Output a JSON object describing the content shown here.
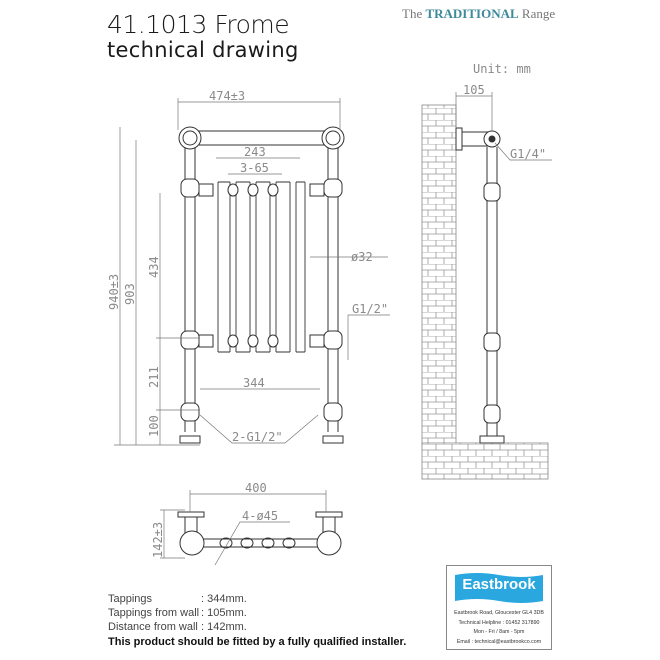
{
  "header": {
    "product_title": "41.1013 Frome",
    "subtitle": "technical drawing",
    "range_prefix": "The",
    "range_brand": "TRADITIONAL",
    "range_suffix": "Range"
  },
  "drawing": {
    "unit_label": "Unit: mm",
    "front_view": {
      "overall_width": "474±3",
      "radiator_width": "243",
      "section_pitch": "3-65",
      "overall_height": "940±3",
      "rail_height": "903",
      "radiator_height": "434",
      "mid_height": "211",
      "foot_height": "100",
      "pipe_diameter": "ø32",
      "connection_thread": "G1/2\"",
      "tapping_centres": "344",
      "tapping_thread": "2-G1/2\""
    },
    "side_view": {
      "wall_offset": "105",
      "bleed_thread": "G1/4\""
    },
    "plan_view": {
      "foot_centres": "400",
      "foot_diameter": "4-ø45",
      "depth_from_wall": "142±3"
    }
  },
  "specs": [
    {
      "label": "Tappings",
      "value": ": 344mm."
    },
    {
      "label": "Tappings from wall",
      "value": ": 105mm."
    },
    {
      "label": "Distance from wall",
      "value": ": 142mm."
    }
  ],
  "warning": "This product should be fitted by a fully qualified installer.",
  "brand": {
    "name": "Eastbrook",
    "color": "#2aa7df",
    "address": "Eastbrook Road, Gloucester GL4 3DB",
    "helpline": "Technical Helpline : 01452 317890",
    "hours": "Mon - Fri / 8am - 5pm",
    "email": "Email : technical@eastbrookco.com"
  }
}
